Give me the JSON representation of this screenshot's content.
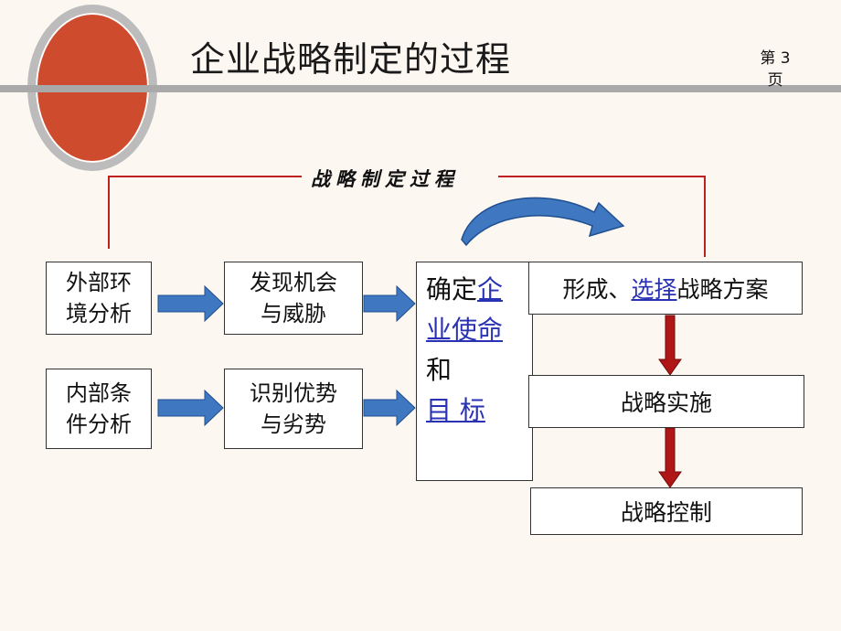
{
  "slide": {
    "title": "企业战略制定的过程",
    "page_number": "第3页",
    "page_number_line1": "第 3",
    "page_number_line2": "页"
  },
  "diagram": {
    "process_label": "战略制定过程",
    "external_analysis": [
      "外部环",
      "境分析"
    ],
    "opportunities_threats": [
      "发现机会",
      "与威胁"
    ],
    "internal_analysis": [
      "内部条",
      "件分析"
    ],
    "strengths_weaknesses": [
      "识别优势",
      "与劣势"
    ],
    "mission": {
      "prefix": "确定",
      "link_part1": "企",
      "link_part2": "业使命",
      "connector": "和",
      "goals_link": "目 标"
    },
    "formulate": {
      "prefix": "形成、",
      "link": "选择",
      "suffix": "战略方案"
    },
    "implement": "战略实施",
    "control": "战略控制"
  },
  "colors": {
    "circle_fill": "#cf4b2d",
    "arrow_blue": "#3f78c0",
    "down_arrow_red": "#b01616",
    "bracket_red": "#c02020",
    "link_blue": "#2a32b4"
  }
}
